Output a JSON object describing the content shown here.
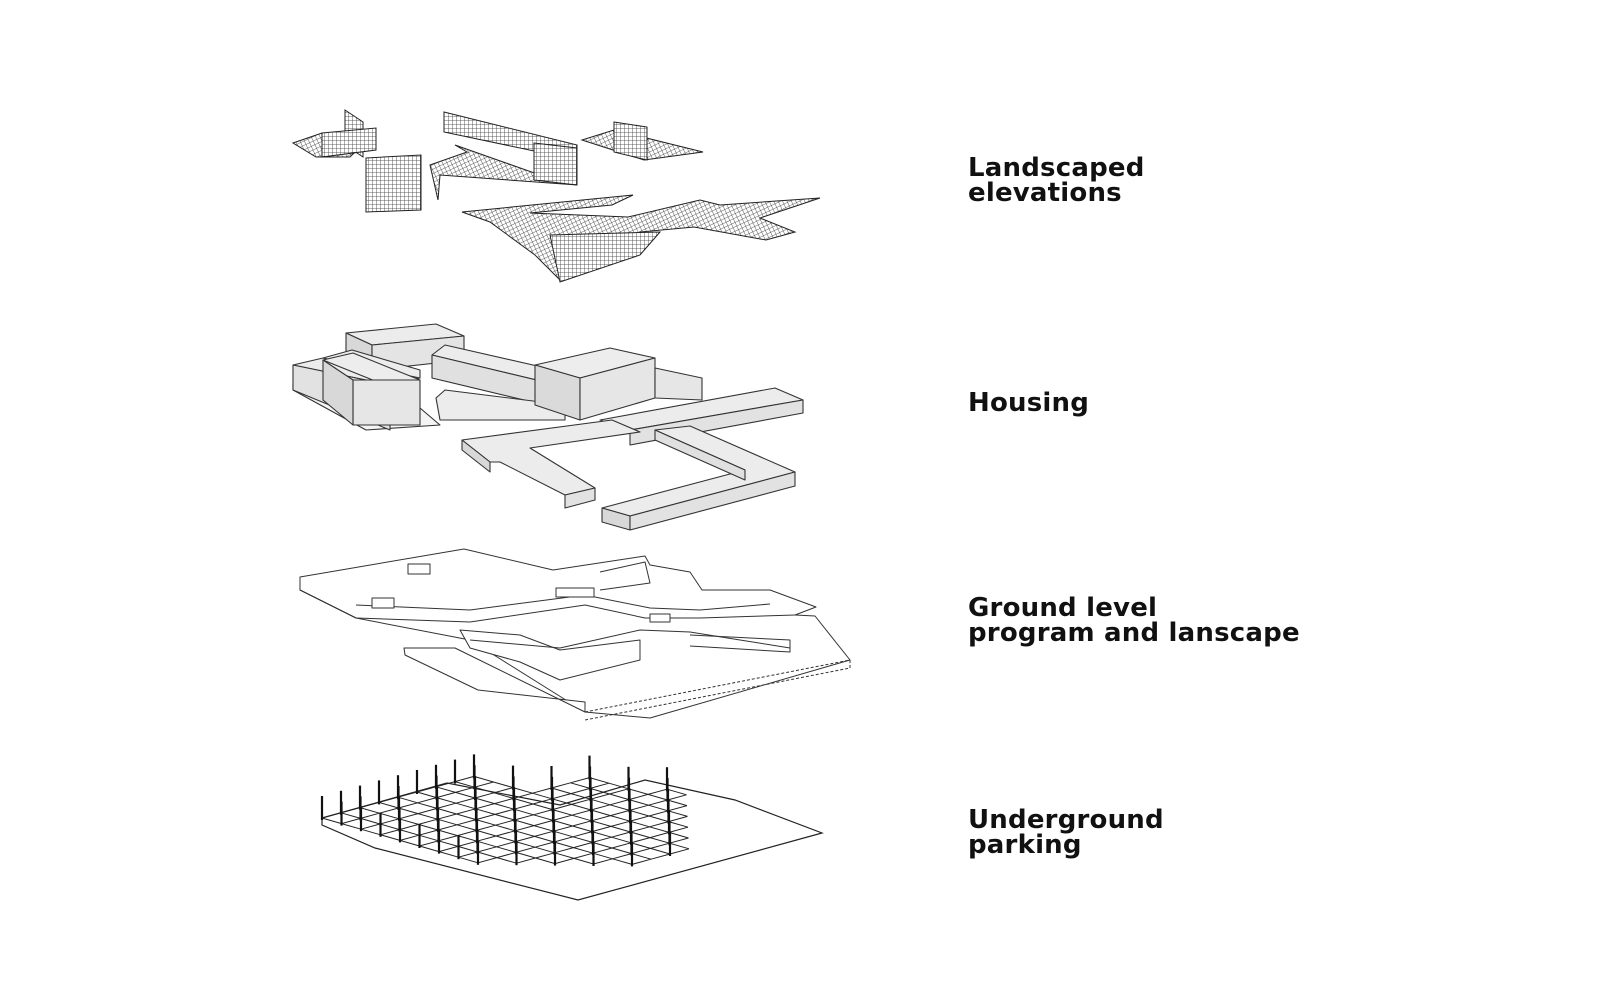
{
  "diagram": {
    "layers": [
      {
        "id": "landscaped-elevations",
        "lines": [
          "Landscaped",
          "elevations"
        ]
      },
      {
        "id": "housing",
        "lines": [
          "Housing"
        ]
      },
      {
        "id": "ground-level",
        "lines": [
          "Ground level",
          "program and lanscape"
        ]
      },
      {
        "id": "underground-parking",
        "lines": [
          "Underground",
          "parking"
        ]
      }
    ]
  },
  "colors": {
    "stroke": "#222222",
    "massing_fill": "#ececec",
    "massing_side": "#d8d8d8",
    "background": "#ffffff"
  }
}
